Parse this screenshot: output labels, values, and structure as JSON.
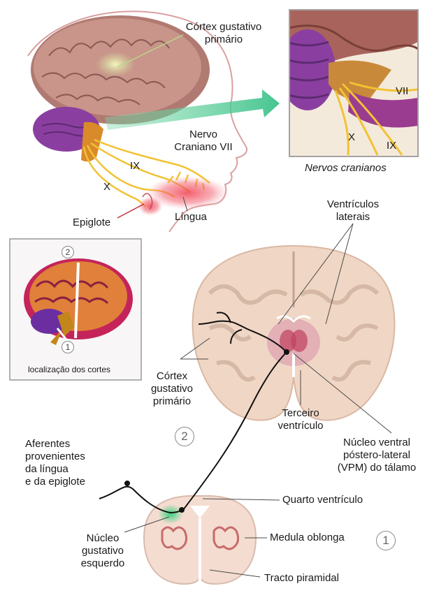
{
  "brain_view": {
    "cortex_label": "Córtex gustativo\nprimário",
    "nerve_vii_label": "Nervo\nCraniano VII",
    "nerve_ix": "IX",
    "nerve_x": "X",
    "epiglottis": "Epiglote",
    "tongue": "Língua"
  },
  "cranial_inset": {
    "vii": "VII",
    "x": "X",
    "ix": "IX",
    "caption": "Nervos cranianos"
  },
  "section_inset": {
    "marker_top": "2",
    "marker_bottom": "1",
    "caption": "localização dos cortes"
  },
  "coronal_section": {
    "lateral_ventricles": "Ventrículos\nlaterais",
    "cortex_label": "Córtex\ngustativo\nprimário",
    "third_ventricle": "Terceiro\nventrículo",
    "vpm": "Núcleo ventral\npóstero-lateral\n(VPM) do tálamo",
    "marker": "2"
  },
  "medulla_section": {
    "afferents": "Aferentes\nprovenientes\nda língua\ne da epiglote",
    "fourth_ventricle": "Quarto ventrículo",
    "medulla": "Medula oblonga",
    "nucleus": "Núcleo\ngustativo\nesquerdo",
    "pyramidal": "Tracto piramidal",
    "marker": "1"
  }
}
